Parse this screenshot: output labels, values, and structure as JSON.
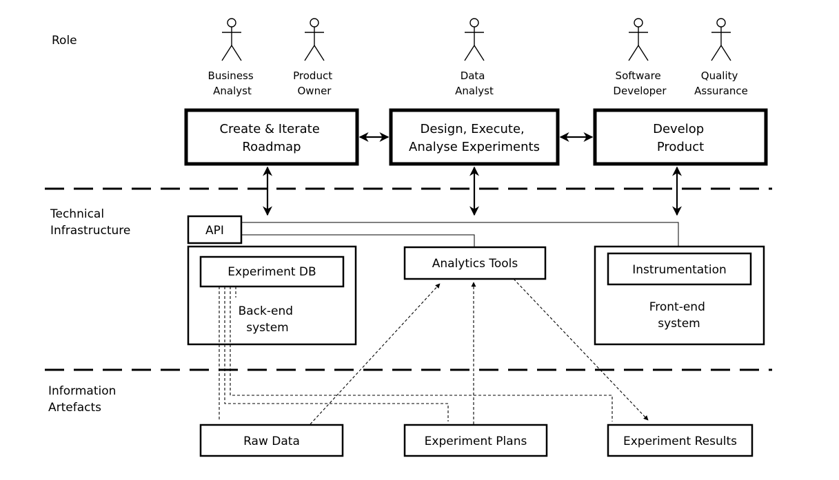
{
  "lanes": {
    "role": [
      "Role"
    ],
    "tech": [
      "Technical",
      "Infrastructure"
    ],
    "info": [
      "Information",
      "Artefacts"
    ]
  },
  "roles": {
    "business_analyst": [
      "Business",
      "Analyst"
    ],
    "product_owner": [
      "Product",
      "Owner"
    ],
    "data_analyst": [
      "Data",
      "Analyst"
    ],
    "software_developer": [
      "Software",
      "Developer"
    ],
    "quality_assurance": [
      "Quality",
      "Assurance"
    ]
  },
  "processes": {
    "roadmap": [
      "Create & Iterate",
      "Roadmap"
    ],
    "experiments": [
      "Design, Execute,",
      "Analyse Experiments"
    ],
    "develop": [
      "Develop",
      "Product"
    ]
  },
  "components": {
    "api": "API",
    "experiment_db": "Experiment DB",
    "backend": [
      "Back-end",
      "system"
    ],
    "analytics_tools": "Analytics Tools",
    "instrumentation": "Instrumentation",
    "frontend": [
      "Front-end",
      "system"
    ]
  },
  "artefacts": {
    "raw_data": "Raw Data",
    "experiment_plans": "Experiment Plans",
    "experiment_results": "Experiment Results"
  }
}
